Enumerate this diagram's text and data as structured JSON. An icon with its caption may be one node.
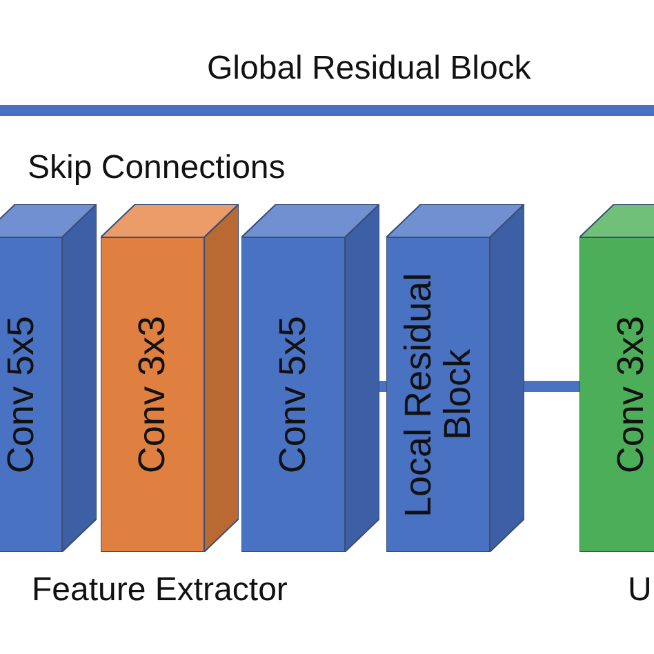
{
  "diagram": {
    "nodes": [
      {
        "text": [
          "Conv 5x5"
        ]
      },
      {
        "text": [
          "Conv 3x3"
        ]
      },
      {
        "text": [
          "Conv 5x5"
        ]
      },
      {
        "text": [
          "Local Residual Block"
        ]
      },
      {
        "text": [
          "Conv 3x3"
        ],
        "beside": [
          "U"
        ]
      }
    ],
    "edges": [
      {
        "from": 2,
        "to": 3,
        "arrow": "none"
      },
      {
        "from": 3,
        "to": 4,
        "arrow": "none"
      }
    ],
    "labels": [
      "Global Residual Block",
      "Skip Connections",
      "Feature Extractor"
    ]
  }
}
